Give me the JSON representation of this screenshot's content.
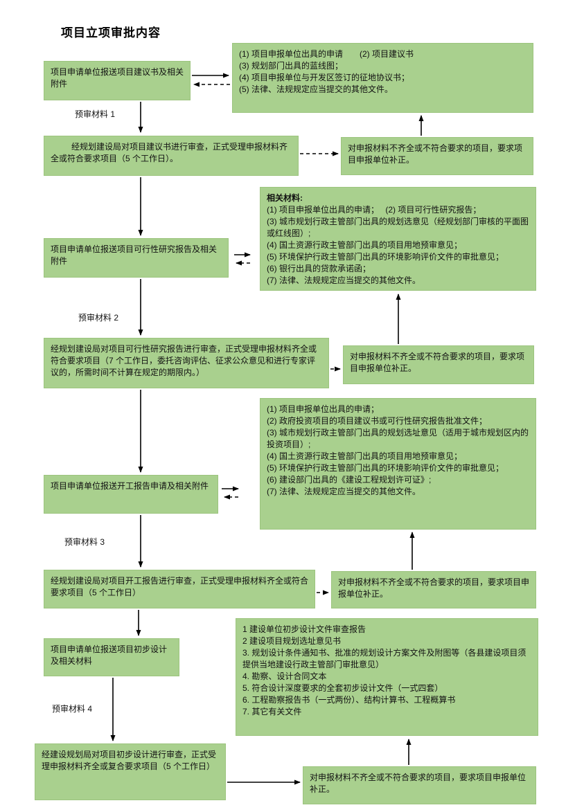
{
  "title": "项目立项审批内容",
  "accent_color": "#a9d08e",
  "line_color": "#000000",
  "labels": {
    "pre1": "预审材料 1",
    "pre2": "预审材料 2",
    "pre3": "预审材料 3",
    "pre4": "预审材料 4"
  },
  "boxes": {
    "a1": "项目申请单位报送项目建议书及相关附件",
    "a2": "经规划建设局对项目建议书进行审查，正式受理申报材料齐全或符合要求项目（5 个工作日）。",
    "a3": "项目申请单位报送项目可行性研究报告及相关附件",
    "a4": "经规划建设局对项目可行性研究报告进行审查，正式受理申报材料齐全或符合要求项目（7 个工作日，委托咨询评估、征求公众意见和进行专家评议的，所需时间不计算在规定的期限内。）",
    "a5": "项目申请单位报送开工报告申请及相关附件",
    "a6": "经规划建设局对项目开工报告进行审查，正式受理申报材料齐全或符合要求项目（5 个工作日）",
    "a7": "项目申请单位报送项目初步设计及相关材料",
    "a8": "经建设规划局对项目初步设计进行审查，正式受理申报材料齐全或复合要求项目（5 个工作日）",
    "r1": [
      "(1) 项目申报单位出具的申请　　(2) 项目建议书",
      "(3) 规划部门出具的蓝线图；",
      "(4) 项目申报单位与开发区签订的征地协议书；",
      "(5) 法律、法规规定应当提交的其他文件。"
    ],
    "r2": "对申报材料不齐全或不符合要求的项目，要求项目申报单位补正。",
    "r3_title": "相关材料:",
    "r3_items": [
      "(1) 项目申报单位出具的申请；　 (2) 项目可行性研究报告；",
      "(3) 城市规划行政主管部门出具的规划选意见（经规划部门审核的平面图或红线图）;",
      "(4) 国土资源行政主管部门出具的项目用地预审意见；",
      "(5) 环境保护行政主管部门出具的环境影响评价文件的审批意见；",
      "(6) 银行出具的贷款承诺函；",
      "(7) 法律、法规规定应当提交的其他文件。"
    ],
    "r4": "对申报材料不齐全或不符合要求的项目，要求项目申报单位补正。",
    "r5": [
      "(1) 项目申报单位出具的申请；",
      "(2) 政府投资项目的项目建议书或可行性研究报告批准文件；",
      "(3) 城市规划行政主管部门出具的规划选址意见（适用于城市规划区内的投资项目）;",
      "(4) 国土资源行政主管部门出具的项目用地预审意见；",
      "(5) 环境保护行政主管部门出具的环境影响评价文件的审批意见；",
      "(6) 建设部门出具的《建设工程规划许可证》;",
      "(7) 法律、法规规定应当提交的其他文件。"
    ],
    "r6": "对申报材料不齐全或不符合要求的项目，要求项目申报单位补正。",
    "r7": [
      "1 建设单位初步设计文件审查报告",
      "2 建设项目规划选址意见书",
      "3. 规划设计条件通知书、批准的规划设计方案文件及附图等（各县建设项目须提供当地建设行政主管部门审批意见）",
      "4. 勘察、设计合同文本",
      "5. 符合设计深度要求的全套初步设计文件（一式四套）",
      "6. 工程勘察报告书（一式两份）、结构计算书、工程概算书",
      "7. 其它有关文件"
    ],
    "r8": "对申报材料不齐全或不符合要求的项目，要求项目申报单位补正。"
  }
}
